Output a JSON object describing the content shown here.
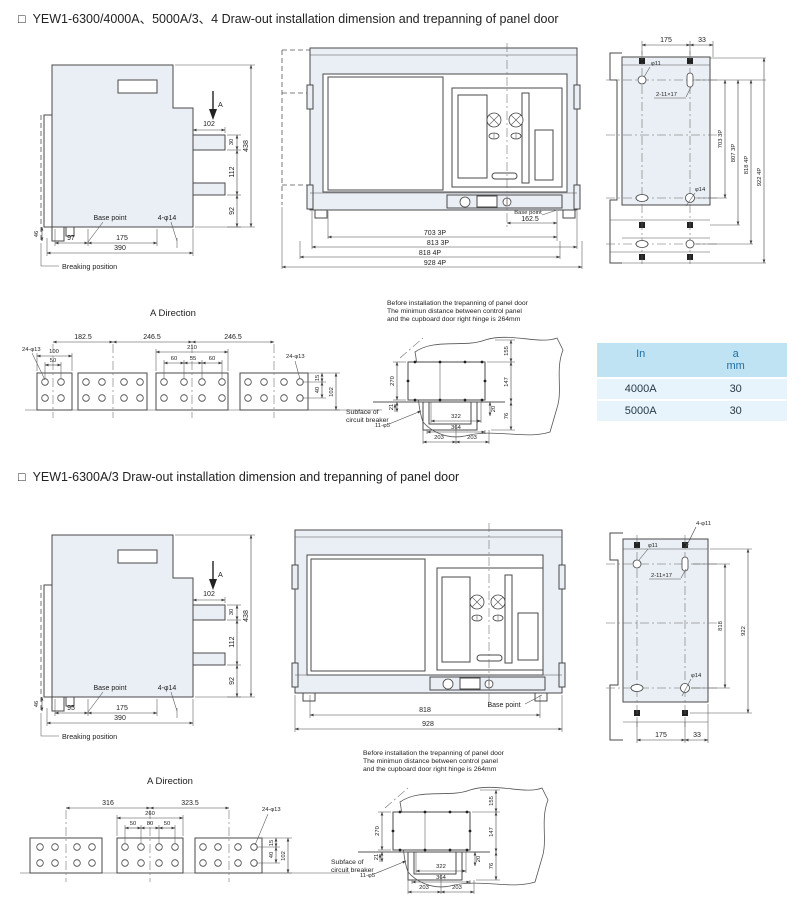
{
  "titles": {
    "marker": "□",
    "s1": "YEW1-6300/4000A、5000A/3、4 Draw-out installation dimension and trepanning of panel door",
    "s2": "YEW1-6300A/3 Draw-out installation dimension and trepanning of panel door"
  },
  "s1": {
    "side": {
      "a": "A",
      "d102": "102",
      "d30": "30",
      "d112": "112",
      "d92": "92",
      "d438": "438",
      "dx": "97",
      "d175": "175",
      "d390": "390",
      "d46": "46",
      "base_point": "Base point",
      "holes": "4-φ14",
      "breaking": "Breaking position"
    },
    "front": {
      "d162": "162.5",
      "base_point": "Base point",
      "d703": "703  3P",
      "d813": "813  3P",
      "d818": "818  4P",
      "d928": "928  4P"
    },
    "rear": {
      "d175": "175",
      "d33": "33",
      "phi11": "φ11",
      "slot": "2-11×17",
      "v703": "703  3P",
      "v807": "807  3P",
      "v818": "818  4P",
      "v922": "922  4P",
      "phi14": "φ14"
    },
    "adir": {
      "title": "A Direction",
      "g1": "182.5",
      "g2": "246.5",
      "g3": "246.5",
      "b1w": "100",
      "b1i": "50",
      "b3w": "210",
      "b3a": "60",
      "b3b": "55",
      "b3c": "60",
      "holes_l": "24-φ13",
      "holes_r": "24-φ13",
      "v15": "15",
      "v40": "40",
      "v102": "102"
    },
    "subface1": "Subface of",
    "subface2": "circuit breaker",
    "trep": {
      "n1": "Before installation the trepanning of panel door",
      "n2": "The minimun distance between control panel",
      "n3": "and the cupboard door right hinge is 264mm",
      "d270": "270",
      "d21": "21",
      "d155": "155",
      "d147": "147",
      "d76": "76",
      "d20": "20",
      "holes": "11-φ5",
      "d322": "322",
      "d364": "364",
      "d203a": "203",
      "d203b": "203"
    }
  },
  "table": {
    "h1": "In",
    "h2a": "a",
    "h2b": "mm",
    "rows": [
      [
        "4000A",
        "30"
      ],
      [
        "5000A",
        "30"
      ]
    ]
  },
  "s2": {
    "side": {
      "a": "A",
      "d102": "102",
      "d30": "30",
      "d112": "112",
      "d92": "92",
      "d438": "438",
      "dx": "95",
      "d175": "175",
      "d390": "390",
      "d46": "46",
      "base_point": "Base point",
      "holes": "4-φ14",
      "breaking": "Breaking position"
    },
    "front": {
      "d818": "818",
      "d928": "928",
      "base_point": "Base point"
    },
    "rear": {
      "top": "4-φ11",
      "phi11": "φ11",
      "slot": "2-11×17",
      "v818": "818",
      "v922": "922",
      "phi14": "φ14",
      "d175": "175",
      "d33": "33"
    },
    "adir": {
      "title": "A Direction",
      "g1": "316",
      "g2": "323.5",
      "bw": "260",
      "ba": "50",
      "bb": "80",
      "bc": "50",
      "holes": "24-φ13",
      "v15": "15",
      "v40": "40",
      "v102": "102"
    },
    "subface1": "Subface of",
    "subface2": "circuit breaker",
    "trep": {
      "n1": "Before installation the trepanning of panel door",
      "n2": "The minimun distance between control panel",
      "n3": "and the cupboard door right hinge is 264mm",
      "d270": "270",
      "d21": "21",
      "d155": "155",
      "d147": "147",
      "d76": "76",
      "d20": "20",
      "holes": "11-φ5",
      "d322": "322",
      "d364": "364",
      "d203a": "203",
      "d203b": "203"
    }
  }
}
